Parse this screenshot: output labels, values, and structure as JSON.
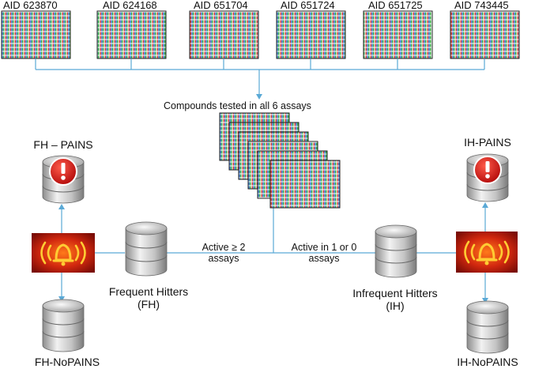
{
  "assays": [
    "AID 623870",
    "AID 624168",
    "AID 651704",
    "AID 651724",
    "AID 651725",
    "AID 743445"
  ],
  "center_label": "Compounds tested in all 6 assays",
  "branches": {
    "left": {
      "line1": "Active ≥ 2",
      "line2": "assays"
    },
    "right": {
      "line1": "Active in 1 or 0",
      "line2": "assays"
    }
  },
  "groups": {
    "fh": {
      "line1": "Frequent Hitters",
      "line2": "(FH)"
    },
    "ih": {
      "line1": "Infrequent Hitters",
      "line2": "(IH)"
    }
  },
  "outputs": {
    "fh_pains": "FH – PAINS",
    "fh_nopains": "FH-NoPAINS",
    "ih_pains": "IH-PAINS",
    "ih_nopains": "IH-NoPAINS"
  },
  "colors": {
    "connector": "#5aa9d6",
    "plate_cells": [
      "#d8453c",
      "#3c7bd8",
      "#3fb04f"
    ],
    "alarm_bg": "#c41b0c",
    "alarm_glow": "#ffcc33",
    "warning_red": "#e01010"
  },
  "icons": {
    "assay_plate": "assay-plate-icon",
    "database": "database-icon",
    "pains_database": "database-warning-icon",
    "alarm": "alarm-bell-icon"
  }
}
